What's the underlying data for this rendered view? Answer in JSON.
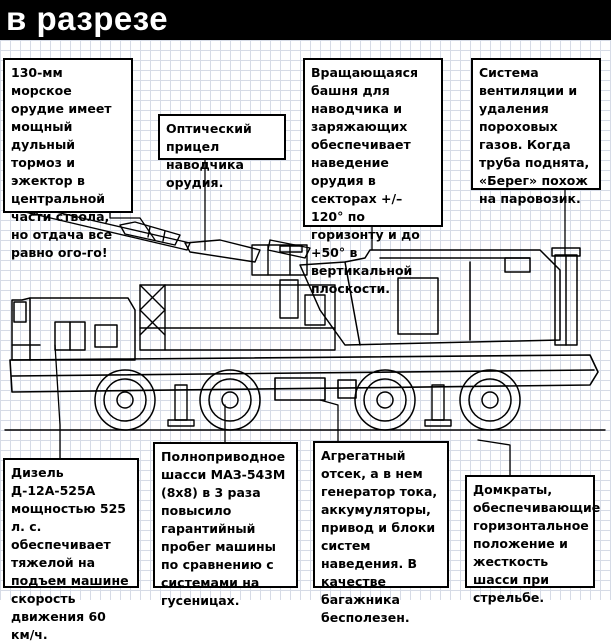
{
  "title": "в разрезе",
  "colors": {
    "line": "#000000",
    "grid": "#d6dbe6",
    "header": "#000000",
    "header_text": "#ffffff"
  },
  "callouts": {
    "gun": "130-мм морское орудие имеет мощный дульный тормоз и эжектор в центральной части ствола, но отдача все равно ого-го!",
    "sight": "Оптический прицел наводчика орудия.",
    "turret": "Вращающаяся башня для наводчика и заряжающих обеспечивает наведение орудия в секторах +/– 120° по горизонту и до +50° в вертикальной плоскости.",
    "ventilation": "Система вентиляции и удаления пороховых газов. Когда труба поднята, «Берег» похож на паровозик.",
    "engine": "Дизель Д-12А-525А мощностью 525 л. с. обеспечивает тяжелой на подъем машине скорость движения 60 км/ч.",
    "chassis": "Полноприводное шасси МАЗ-543М (8х8) в 3 раза повысило гарантийный пробег машины по сравнению с системами на гусеницах.",
    "generator": "Агрегатный отсек, а в нем генератор тока, аккумуляторы, привод и блоки систем наведения. В качестве багажника бесполезен.",
    "jacks": "Домкраты, обеспечивающие горизонтальное положение и жесткость шасси при стрельбе."
  }
}
